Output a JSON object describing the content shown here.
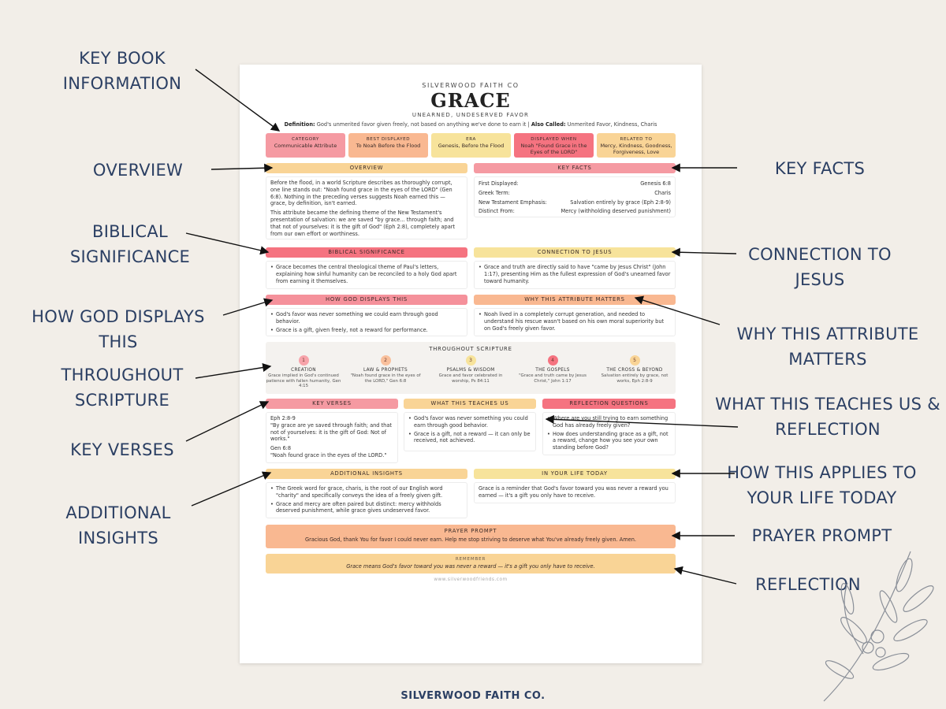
{
  "callouts": {
    "key_book_info": "KEY BOOK INFORMATION",
    "overview": "OVERVIEW",
    "biblical_significance": "BIBLICAL SIGNIFICANCE",
    "how_god_displays": "HOW GOD DISPLAYS THIS",
    "throughout_scripture": "THROUGHOUT SCRIPTURE",
    "key_verses": "KEY VERSES",
    "additional_insights": "ADDITIONAL INSIGHTS",
    "key_facts": "KEY FACTS",
    "connection_to_jesus": "CONNECTION TO JESUS",
    "why_matters": "WHY THIS ATTRIBUTE MATTERS",
    "teaches_reflection": "WHAT THIS TEACHES US & REFLECTION",
    "applies_today": "HOW THIS APPLIES TO YOUR LIFE TODAY",
    "prayer_prompt": "PRAYER PROMPT",
    "reflection": "REFLECTION"
  },
  "footer": "SILVERWOOD FAITH CO.",
  "sheet": {
    "brand": "SILVERWOOD FAITH CO",
    "title": "GRACE",
    "subtitle": "UNEARNED, UNDESERVED FAVOR",
    "definition_label": "Definition:",
    "definition": "God's unmerited favor given freely, not based on anything we've done to earn it",
    "separator": "|",
    "also_called_label": "Also Called:",
    "also_called": "Unmerited Favor, Kindness, Charis",
    "chips": [
      {
        "key": "CATEGORY",
        "value": "Communicable Attribute"
      },
      {
        "key": "BEST DISPLAYED",
        "value": "To Noah Before the Flood"
      },
      {
        "key": "ERA",
        "value": "Genesis, Before the Flood"
      },
      {
        "key": "DISPLAYED WHEN",
        "value": "Noah \"Found Grace in the Eyes of the LORD\""
      },
      {
        "key": "RELATED TO",
        "value": "Mercy, Kindness, Goodness, Forgiveness, Love"
      }
    ],
    "overview": {
      "header": "OVERVIEW",
      "p1": "Before the flood, in a world Scripture describes as thoroughly corrupt, one line stands out: \"Noah found grace in the eyes of the LORD\" (Gen 6:8). Nothing in the preceding verses suggests Noah earned this — grace, by definition, isn't earned.",
      "p2": "This attribute became the defining theme of the New Testament's presentation of salvation: we are saved \"by grace... through faith; and that not of yourselves: it is the gift of God\" (Eph 2:8), completely apart from our own effort or worthiness."
    },
    "key_facts": {
      "header": "KEY FACTS",
      "rows": [
        {
          "label": "First Displayed:",
          "value": "Genesis 6:8"
        },
        {
          "label": "Greek Term:",
          "value": "Charis"
        },
        {
          "label": "New Testament Emphasis:",
          "value": "Salvation entirely by grace (Eph 2:8-9)"
        },
        {
          "label": "Distinct From:",
          "value": "Mercy (withholding deserved punishment)"
        }
      ]
    },
    "biblical_significance": {
      "header": "BIBLICAL SIGNIFICANCE",
      "items": [
        "Grace becomes the central theological theme of Paul's letters, explaining how sinful humanity can be reconciled to a holy God apart from earning it themselves."
      ]
    },
    "connection_to_jesus": {
      "header": "CONNECTION TO JESUS",
      "items": [
        "Grace and truth are directly said to have \"came by Jesus Christ\" (John 1:17), presenting Him as the fullest expression of God's unearned favor toward humanity."
      ]
    },
    "how_god_displays": {
      "header": "HOW GOD DISPLAYS THIS",
      "items": [
        "God's favor was never something we could earn through good behavior.",
        "Grace is a gift, given freely, not a reward for performance."
      ]
    },
    "why_matters": {
      "header": "WHY THIS ATTRIBUTE MATTERS",
      "items": [
        "Noah lived in a completely corrupt generation, and needed to understand his rescue wasn't based on his own moral superiority but on God's freely given favor."
      ]
    },
    "timeline": {
      "header": "THROUGHOUT SCRIPTURE",
      "items": [
        {
          "num": "1",
          "name": "CREATION",
          "desc": "Grace implied in God's continued patience with fallen humanity, Gen 4:15"
        },
        {
          "num": "2",
          "name": "LAW & PROPHETS",
          "desc": "\"Noah found grace in the eyes of the LORD,\" Gen 6:8"
        },
        {
          "num": "3",
          "name": "PSALMS & WISDOM",
          "desc": "Grace and favor celebrated in worship, Ps 84:11"
        },
        {
          "num": "4",
          "name": "THE GOSPELS",
          "desc": "\"Grace and truth came by Jesus Christ,\" John 1:17"
        },
        {
          "num": "5",
          "name": "THE CROSS & BEYOND",
          "desc": "Salvation entirely by grace, not works, Eph 2:8-9"
        }
      ]
    },
    "key_verses": {
      "header": "KEY VERSES",
      "ref1": "Eph 2:8-9",
      "text1": "\"By grace are ye saved through faith; and that not of yourselves: it is the gift of God: Not of works.\"",
      "ref2": "Gen 6:8",
      "text2": "\"Noah found grace in the eyes of the LORD.\""
    },
    "teaches_us": {
      "header": "WHAT THIS TEACHES US",
      "items": [
        "God's favor was never something you could earn through good behavior.",
        "Grace is a gift, not a reward — it can only be received, not achieved."
      ]
    },
    "reflection_questions": {
      "header": "REFLECTION QUESTIONS",
      "items": [
        "Where are you still trying to earn something God has already freely given?",
        "How does understanding grace as a gift, not a reward, change how you see your own standing before God?"
      ]
    },
    "additional_insights": {
      "header": "ADDITIONAL INSIGHTS",
      "items": [
        "The Greek word for grace, charis, is the root of our English word \"charity\" and specifically conveys the idea of a freely given gift.",
        "Grace and mercy are often paired but distinct: mercy withholds deserved punishment, while grace gives undeserved favor."
      ]
    },
    "in_your_life": {
      "header": "IN YOUR LIFE TODAY",
      "text": "Grace is a reminder that God's favor toward you was never a reward you earned — it's a gift you only have to receive."
    },
    "prayer": {
      "header": "PRAYER PROMPT",
      "text": "Gracious God, thank You for favor I could never earn. Help me stop striving to deserve what You've already freely given. Amen."
    },
    "remember": {
      "header": "REMEMBER",
      "text": "Grace means God's favor toward you was never a reward — it's a gift you only have to receive."
    },
    "website": "www.silverwoodfriends.com"
  }
}
